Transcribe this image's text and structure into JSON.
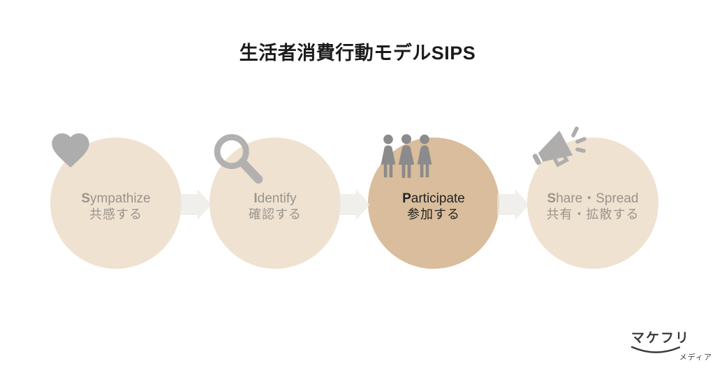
{
  "title": "生活者消費行動モデルSIPS",
  "model_name": "SIPS",
  "steps": [
    {
      "en_initial": "S",
      "en_rest": "ympathize",
      "jp": "共感する",
      "icon": "heart-icon",
      "active": false
    },
    {
      "en_initial": "I",
      "en_rest": "dentify",
      "jp": "確認する",
      "icon": "magnifying-glass-icon",
      "active": false
    },
    {
      "en_initial": "P",
      "en_rest": "articipate",
      "jp": "参加する",
      "icon": "people-icon",
      "active": true
    },
    {
      "en_initial": "S",
      "en_rest": "hare・Spread",
      "jp": "共有・拡散する",
      "icon": "megaphone-icon",
      "active": false
    }
  ],
  "active_step_index": 2,
  "colors": {
    "background": "#ffffff",
    "circle": "#efe2d1",
    "circle_active": "#d9bd9c",
    "icon_gray": "#adadad",
    "people_icon_gray": "#8b8b8b",
    "label_gray": "#9a948c",
    "label_active": "#232323",
    "arrow": "#f0efed",
    "title_text": "#1b1b1b",
    "logo_text": "#3d3936"
  },
  "logo": {
    "main": "マケフリ",
    "sub": "メディア"
  }
}
